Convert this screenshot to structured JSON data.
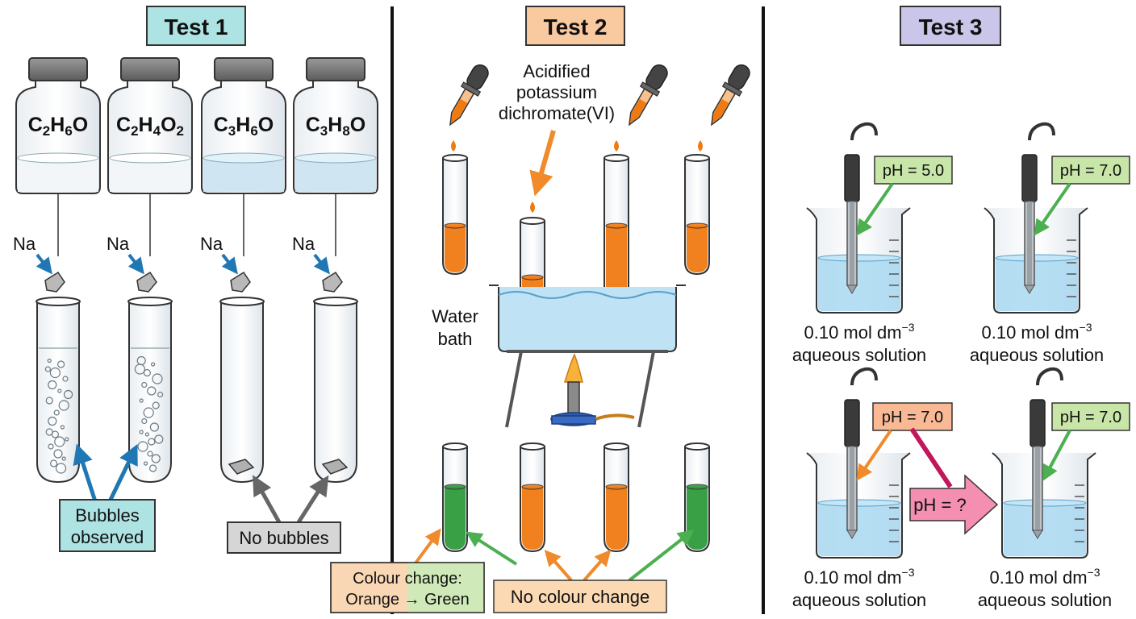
{
  "test1": {
    "title": "Test 1",
    "bottles": [
      "C2H6O",
      "C2H4O2",
      "C3H6O",
      "C3H8O"
    ],
    "reagent": "Na",
    "bubbles_label_line1": "Bubbles",
    "bubbles_label_line2": "observed",
    "no_bubbles_label": "No bubbles"
  },
  "test2": {
    "title": "Test 2",
    "reagent_line1": "Acidified",
    "reagent_line2": "potassium",
    "reagent_line3": "dichromate(VI)",
    "water_bath_line1": "Water",
    "water_bath_line2": "bath",
    "colour_change_line1": "Colour change:",
    "colour_change_line2": "Orange → Green",
    "no_change_label": "No colour change",
    "result_colors": [
      "green",
      "orange",
      "orange",
      "green"
    ]
  },
  "test3": {
    "title": "Test 3",
    "beakers": [
      {
        "ph": "pH = 5.0",
        "solution_line1": "0.10 mol dm",
        "superscript": "−3",
        "solution_line2": "aqueous solution"
      },
      {
        "ph": "pH = 7.0",
        "solution_line1": "0.10 mol dm",
        "superscript": "−3",
        "solution_line2": "aqueous solution"
      },
      {
        "ph": "pH = 7.0",
        "solution_line1": "0.10 mol dm",
        "superscript": "−3",
        "solution_line2": "aqueous solution"
      },
      {
        "ph": "pH = 7.0",
        "solution_line1": "0.10 mol dm",
        "superscript": "−3",
        "solution_line2": "aqueous solution"
      }
    ],
    "unknown_ph": "pH = ?"
  },
  "colors": {
    "test1_title_bg": "#aee3e3",
    "test2_title_bg": "#f9c9a0",
    "test3_title_bg": "#c9c6ea",
    "orange_liquid": "#f07a12",
    "green_liquid": "#2f9b3c",
    "blue_arrow": "#1f77b4",
    "orange_arrow": "#f08a2a",
    "green_arrow": "#4caf50",
    "pink_arrow": "#c2185b",
    "ph_green_bg": "#c8e6a8",
    "ph_orange_bg": "#f9b994",
    "pink_box": "#f48fb1"
  }
}
